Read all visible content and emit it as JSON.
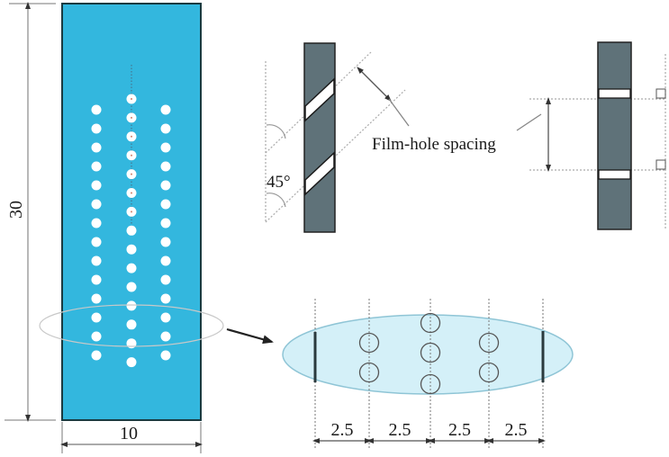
{
  "figure": {
    "plate": {
      "height_label": "30",
      "width_label": "10",
      "fill_color": "#33b7de",
      "border_color": "#1a3a40",
      "hole_columns": [
        {
          "name": "left",
          "count": 14
        },
        {
          "name": "middle",
          "count": 15
        },
        {
          "name": "right",
          "count": 14
        }
      ]
    },
    "inclined_view": {
      "angle_label": "45°",
      "spacing_label": "Film-hole spacing"
    },
    "perpendicular_view": {
      "right_angle_markers": 2
    },
    "detail_view": {
      "spacing_labels": [
        "2.5",
        "2.5",
        "2.5",
        "2.5"
      ],
      "detail_fill": "#d4f0f8",
      "bar_color": "#5f7279"
    }
  }
}
